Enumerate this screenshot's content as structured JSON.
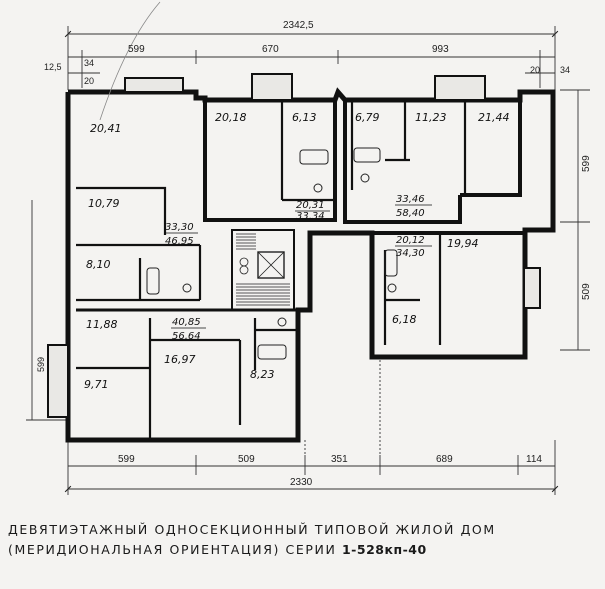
{
  "dimensions": {
    "top_total": "2342,5",
    "top_1": "599",
    "top_2": "670",
    "top_3": "993",
    "top_left_a": "12,5",
    "top_left_b": "34",
    "top_left_c": "20",
    "top_right_a": "20",
    "top_right_b": "34",
    "right_upper": "599",
    "right_lower": "509",
    "bottom_1": "599",
    "bottom_2": "509",
    "bottom_3": "351",
    "bottom_4": "689",
    "bottom_5": "114",
    "bottom_total": "2330",
    "left_side": "599"
  },
  "areas": {
    "r1": "20,41",
    "r2": "10,79",
    "r3": "8,10",
    "r4": "33,30",
    "r5": "46,95",
    "r6": "20,18",
    "r7": "6,13",
    "r8": "20,31",
    "r9": "33,34",
    "r10": "6,79",
    "r11": "11,23",
    "r12": "21,44",
    "r13": "33,46",
    "r14": "58,40",
    "r15": "20,12",
    "r16": "34,30",
    "r17": "19,94",
    "r18": "6,18",
    "r19": "11,88",
    "r20": "40,85",
    "r21": "56,64",
    "r22": "16,97",
    "r23": "9,71",
    "r24": "8,23"
  },
  "caption": {
    "line1": "ДЕВЯТИЭТАЖНЫЙ ОДНОСЕКЦИОННЫЙ ТИПОВОЙ ЖИЛОЙ ДОМ",
    "line2": "(МЕРИДИОНАЛЬНАЯ ОРИЕНТАЦИЯ) СЕРИИ",
    "series": "1-528кп-40"
  }
}
